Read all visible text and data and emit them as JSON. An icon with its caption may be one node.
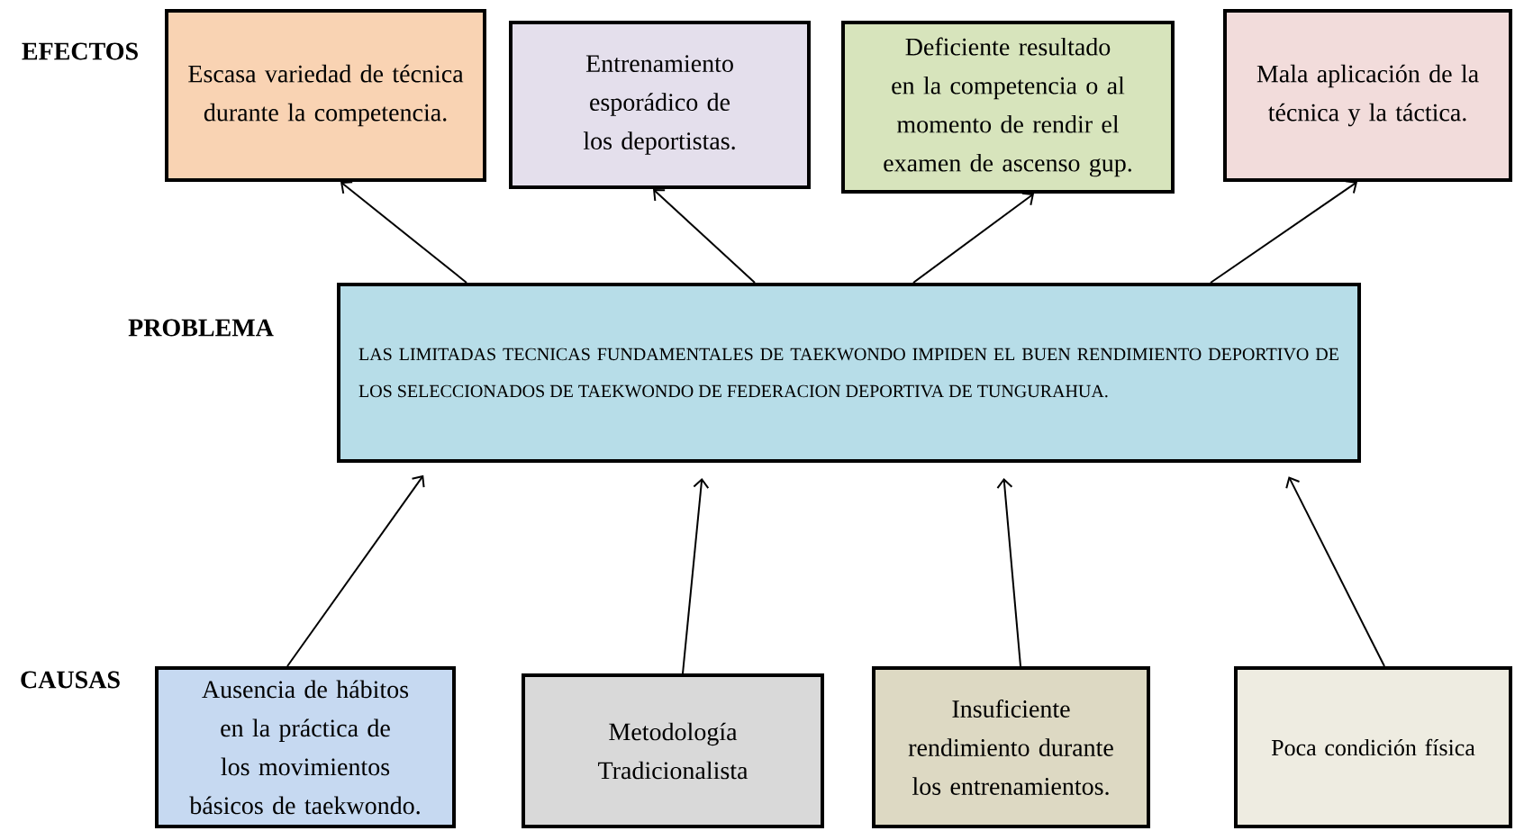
{
  "diagram": {
    "nodes": [
      {
        "text": [
          "Escasa variedad de técnica durante la competencia."
        ]
      },
      {
        "text": [
          "Entrenamiento esporádico de los deportistas."
        ]
      },
      {
        "text": [
          "Deficiente resultado en la competencia o al momento de rendir el examen de ascenso gup."
        ]
      },
      {
        "text": [
          "Mala aplicación de la técnica y la táctica."
        ]
      },
      {
        "text": [
          "LAS LIMITADAS TECNICAS FUNDAMENTALES DE TAEKWONDO IMPIDEN EL BUEN RENDIMIENTO DEPORTIVO DE LOS SELECCIONADOS DE TAEKWONDO DE FEDERACION DEPORTIVA DE TUNGURAHUA."
        ]
      },
      {
        "text": [
          "Ausencia de hábitos en la práctica de los movimientos básicos de taekwondo."
        ]
      },
      {
        "text": [
          "Metodología Tradicionalista"
        ]
      },
      {
        "text": [
          "Insuficiente rendimiento durante los entrenamientos."
        ]
      },
      {
        "text": [
          "Poca condición física"
        ]
      }
    ],
    "edges": [
      {
        "from": 4,
        "to": 0,
        "arrow": "to"
      },
      {
        "from": 4,
        "to": 1,
        "arrow": "to"
      },
      {
        "from": 4,
        "to": 2,
        "arrow": "to"
      },
      {
        "from": 4,
        "to": 3,
        "arrow": "to"
      },
      {
        "from": 5,
        "to": 4,
        "arrow": "to"
      },
      {
        "from": 6,
        "to": 4,
        "arrow": "to"
      },
      {
        "from": 7,
        "to": 4,
        "arrow": "to"
      },
      {
        "from": 8,
        "to": 4,
        "arrow": "to"
      }
    ],
    "labels": [
      "EFECTOS",
      "PROBLEMA",
      "CAUSAS"
    ]
  }
}
